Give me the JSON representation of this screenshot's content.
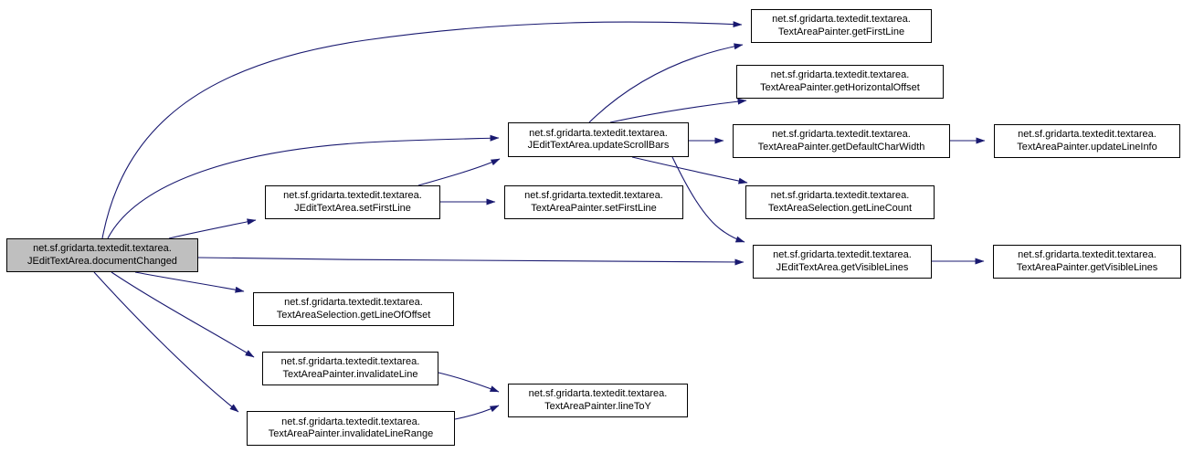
{
  "diagram": {
    "type": "call-graph",
    "background_color": "#ffffff",
    "edge_color": "#191970",
    "node_fill": "#ffffff",
    "node_border_color": "#000000",
    "root_node_fill": "#bfbfbf",
    "nodes": [
      {
        "id": "documentChanged",
        "line1": "net.sf.gridarta.textedit.textarea.",
        "line2": "JEditTextArea.documentChanged",
        "root": true
      },
      {
        "id": "getFirstLine",
        "line1": "net.sf.gridarta.textedit.textarea.",
        "line2": "TextAreaPainter.getFirstLine",
        "root": false
      },
      {
        "id": "getHorizontalOffset",
        "line1": "net.sf.gridarta.textedit.textarea.",
        "line2": "TextAreaPainter.getHorizontalOffset",
        "root": false
      },
      {
        "id": "updateScrollBars",
        "line1": "net.sf.gridarta.textedit.textarea.",
        "line2": "JEditTextArea.updateScrollBars",
        "root": false
      },
      {
        "id": "getDefaultCharWidth",
        "line1": "net.sf.gridarta.textedit.textarea.",
        "line2": "TextAreaPainter.getDefaultCharWidth",
        "root": false
      },
      {
        "id": "updateLineInfo",
        "line1": "net.sf.gridarta.textedit.textarea.",
        "line2": "TextAreaPainter.updateLineInfo",
        "root": false
      },
      {
        "id": "getLineCount",
        "line1": "net.sf.gridarta.textedit.textarea.",
        "line2": "TextAreaSelection.getLineCount",
        "root": false
      },
      {
        "id": "setFirstLine",
        "line1": "net.sf.gridarta.textedit.textarea.",
        "line2": "JEditTextArea.setFirstLine",
        "root": false
      },
      {
        "id": "painterSetFirstLine",
        "line1": "net.sf.gridarta.textedit.textarea.",
        "line2": "TextAreaPainter.setFirstLine",
        "root": false
      },
      {
        "id": "getVisibleLines",
        "line1": "net.sf.gridarta.textedit.textarea.",
        "line2": "JEditTextArea.getVisibleLines",
        "root": false
      },
      {
        "id": "painterGetVisibleLines",
        "line1": "net.sf.gridarta.textedit.textarea.",
        "line2": "TextAreaPainter.getVisibleLines",
        "root": false
      },
      {
        "id": "getLineOfOffset",
        "line1": "net.sf.gridarta.textedit.textarea.",
        "line2": "TextAreaSelection.getLineOfOffset",
        "root": false
      },
      {
        "id": "invalidateLine",
        "line1": "net.sf.gridarta.textedit.textarea.",
        "line2": "TextAreaPainter.invalidateLine",
        "root": false
      },
      {
        "id": "invalidateLineRange",
        "line1": "net.sf.gridarta.textedit.textarea.",
        "line2": "TextAreaPainter.invalidateLineRange",
        "root": false
      },
      {
        "id": "lineToY",
        "line1": "net.sf.gridarta.textedit.textarea.",
        "line2": "TextAreaPainter.lineToY",
        "root": false
      }
    ],
    "edges": [
      {
        "from": "documentChanged",
        "to": "getFirstLine"
      },
      {
        "from": "documentChanged",
        "to": "updateScrollBars"
      },
      {
        "from": "documentChanged",
        "to": "setFirstLine"
      },
      {
        "from": "documentChanged",
        "to": "getVisibleLines"
      },
      {
        "from": "documentChanged",
        "to": "getLineOfOffset"
      },
      {
        "from": "documentChanged",
        "to": "invalidateLine"
      },
      {
        "from": "documentChanged",
        "to": "invalidateLineRange"
      },
      {
        "from": "updateScrollBars",
        "to": "getFirstLine"
      },
      {
        "from": "updateScrollBars",
        "to": "getHorizontalOffset"
      },
      {
        "from": "updateScrollBars",
        "to": "getDefaultCharWidth"
      },
      {
        "from": "updateScrollBars",
        "to": "getLineCount"
      },
      {
        "from": "updateScrollBars",
        "to": "getVisibleLines"
      },
      {
        "from": "setFirstLine",
        "to": "painterSetFirstLine"
      },
      {
        "from": "setFirstLine",
        "to": "updateScrollBars"
      },
      {
        "from": "getDefaultCharWidth",
        "to": "updateLineInfo"
      },
      {
        "from": "getVisibleLines",
        "to": "painterGetVisibleLines"
      },
      {
        "from": "invalidateLine",
        "to": "lineToY"
      },
      {
        "from": "invalidateLineRange",
        "to": "lineToY"
      }
    ]
  }
}
